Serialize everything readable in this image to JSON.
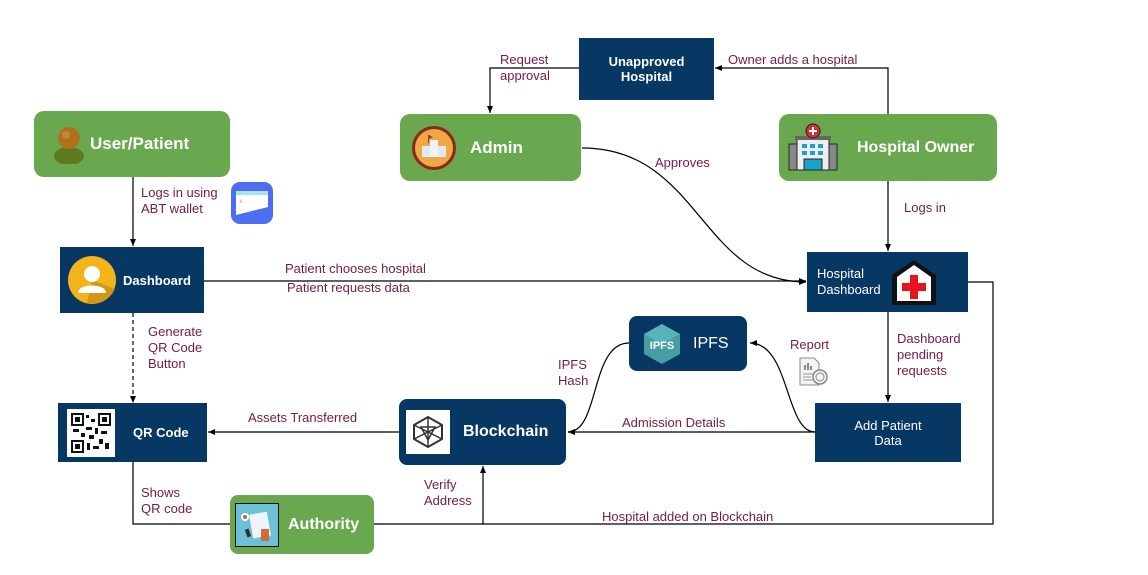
{
  "diagram": {
    "nodes": {
      "user_patient": {
        "label": "User/Patient",
        "icon": "user-avatar-icon"
      },
      "admin": {
        "label": "Admin",
        "icon": "school-building-icon"
      },
      "unapproved_hospital": {
        "label_line1": "Unapproved",
        "label_line2": "Hospital"
      },
      "hospital_owner": {
        "label": "Hospital Owner",
        "icon": "hospital-building-icon"
      },
      "dashboard": {
        "label": "Dashboard",
        "icon": "user-profile-icon"
      },
      "hospital_dashboard": {
        "label_line1": "Hospital",
        "label_line2": "Dashboard",
        "icon": "hospital-cross-icon"
      },
      "ipfs": {
        "label": "IPFS",
        "icon_text": "IPFS"
      },
      "add_patient_data": {
        "label_line1": "Add Patient",
        "label_line2": "Data"
      },
      "qr_code": {
        "label": "QR Code",
        "icon": "qr-code-icon"
      },
      "blockchain": {
        "label": "Blockchain",
        "icon": "blockchain-cube-icon"
      },
      "authority": {
        "label": "Authority",
        "icon": "id-document-icon"
      }
    },
    "edge_labels": {
      "logs_in_wallet": [
        "Logs in using",
        "ABT wallet"
      ],
      "request_approval": [
        "Request",
        "approval"
      ],
      "owner_adds": "Owner adds a hospital",
      "approves": "Approves",
      "logs_in": "Logs in",
      "patient_chooses": "Patient chooses hospital",
      "patient_requests": "Patient requests data",
      "generate_qr": [
        "Generate",
        "QR Code",
        "Button"
      ],
      "dashboard_pending": [
        "Dashboard",
        "pending",
        "requests"
      ],
      "report": "Report",
      "ipfs_hash": [
        "IPFS",
        "Hash"
      ],
      "admission_details": "Admission Details",
      "assets_transferred": "Assets Transferred",
      "shows_qr": [
        "Shows",
        "QR code"
      ],
      "verify_address": [
        "Verify",
        "Address"
      ],
      "hospital_added": "Hospital added on Blockchain"
    },
    "colors": {
      "green": "#6aa84f",
      "navy": "#073763",
      "edge_label": "#741b47"
    }
  }
}
